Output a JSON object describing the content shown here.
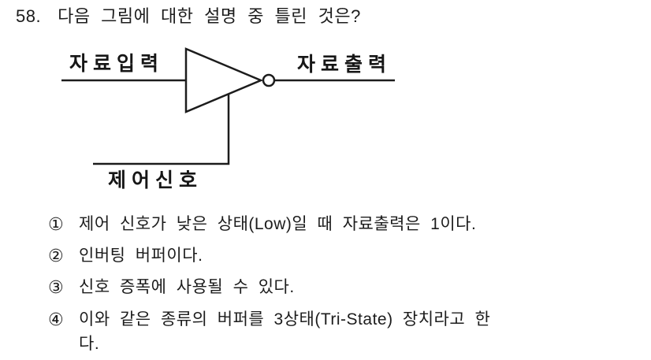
{
  "question": {
    "number": "58.",
    "text": "다음 그림에 대한 설명 중 틀린 것은?"
  },
  "diagram": {
    "input_label": "자료입력",
    "output_label": "자료출력",
    "control_label": "제어신호",
    "line_color": "#1c1c1c"
  },
  "options": [
    {
      "marker": "①",
      "text": "제어 신호가 낮은 상태(Low)일 때 자료출력은 1이다."
    },
    {
      "marker": "②",
      "text": "인버팅 버퍼이다."
    },
    {
      "marker": "③",
      "text": "신호 증폭에 사용될 수 있다."
    },
    {
      "marker": "④",
      "text": "이와 같은 종류의 버퍼를 3상태(Tri-State) 장치라고 한\n다."
    }
  ]
}
